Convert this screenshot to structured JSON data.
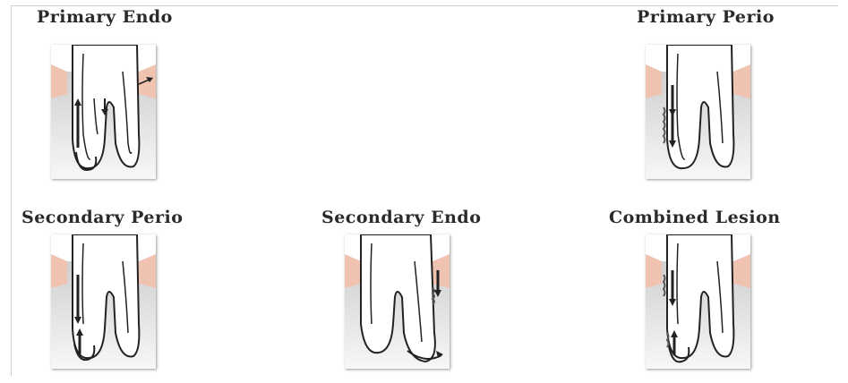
{
  "panels": [
    {
      "label": "Primary Endo",
      "kind": "primary-endo"
    },
    {
      "label": "Primary Perio",
      "kind": "primary-perio"
    },
    {
      "label": "Secondary Perio",
      "kind": "secondary-perio"
    },
    {
      "label": "Secondary Endo",
      "kind": "secondary-endo"
    },
    {
      "label": "Combined Lesion",
      "kind": "combined-lesion"
    }
  ],
  "colors": {
    "gum": "#f0c3b1",
    "bone_top": "#d8d8d8",
    "bone_bottom": "#f5f5f5",
    "tooth": "#ffffff",
    "outline": "#222222"
  }
}
